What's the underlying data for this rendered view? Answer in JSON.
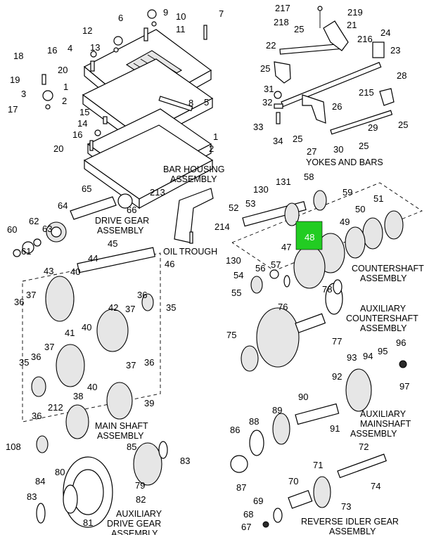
{
  "highlight": {
    "label": "48",
    "color": "#22cc22"
  },
  "captions": {
    "bar_housing": [
      "BAR HOUSING",
      "ASSEMBLY"
    ],
    "yokes_bars": [
      "YOKES AND BARS"
    ],
    "drive_gear": [
      "DRIVE GEAR",
      "ASSEMBLY"
    ],
    "oil_trough": [
      "OIL TROUGH"
    ],
    "countershaft": [
      "COUNTERSHAFT",
      "ASSEMBLY"
    ],
    "aux_countershaft": [
      "AUXILIARY",
      "COUNTERSHAFT",
      "ASSEMBLY"
    ],
    "main_shaft": [
      "MAIN SHAFT",
      "ASSEMBLY"
    ],
    "aux_mainshaft": [
      "AUXILIARY",
      "MAINSHAFT",
      "ASSEMBLY"
    ],
    "aux_drive_gear": [
      "AUXILIARY",
      "DRIVE GEAR",
      "ASSEMBLY"
    ],
    "reverse_idler": [
      "REVERSE IDLER GEAR",
      "ASSEMBLY"
    ]
  },
  "part_labels": [
    "9",
    "10",
    "11",
    "6",
    "7",
    "12",
    "13",
    "4",
    "16",
    "18",
    "20",
    "19",
    "3",
    "17",
    "1",
    "2",
    "8",
    "5",
    "15",
    "14",
    "16",
    "20",
    "1",
    "2",
    "217",
    "218",
    "219",
    "25",
    "21",
    "22",
    "216",
    "24",
    "25",
    "23",
    "215",
    "28",
    "31",
    "32",
    "26",
    "33",
    "34",
    "25",
    "27",
    "30",
    "29",
    "25",
    "25",
    "213",
    "214",
    "65",
    "66",
    "64",
    "60",
    "62",
    "63",
    "61",
    "58",
    "59",
    "131",
    "130",
    "53",
    "52",
    "51",
    "50",
    "49",
    "47",
    "57",
    "56",
    "54",
    "55",
    "130",
    "78",
    "76",
    "77",
    "75",
    "45",
    "44",
    "46",
    "43",
    "40",
    "37",
    "36",
    "42",
    "37",
    "36",
    "35",
    "41",
    "40",
    "37",
    "36",
    "35",
    "37",
    "36",
    "40",
    "38",
    "39",
    "36",
    "212",
    "108",
    "96",
    "95",
    "94",
    "93",
    "97",
    "92",
    "90",
    "91",
    "89",
    "88",
    "86",
    "87",
    "85",
    "83",
    "80",
    "79",
    "82",
    "84",
    "83",
    "81",
    "71",
    "72",
    "74",
    "70",
    "73",
    "69",
    "68",
    "67"
  ]
}
